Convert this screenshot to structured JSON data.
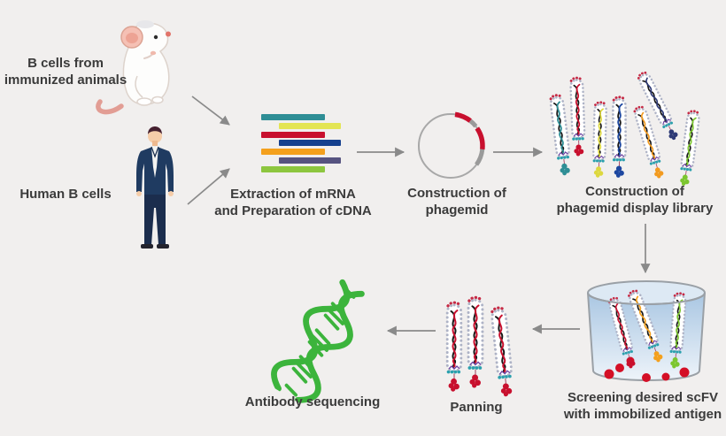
{
  "background_color": "#f1efee",
  "arrow_color": "#8a8a8a",
  "text_color": "#3b3b3b",
  "nodes": {
    "source_animals": {
      "label_line1": "B cells from",
      "label_line2": "immunized animals"
    },
    "source_human": {
      "label": "Human B cells"
    },
    "cdna": {
      "label_line1": "Extraction of mRNA",
      "label_line2": "and Preparation of cDNA",
      "bar_colors": [
        "#2f8e95",
        "#e3e554",
        "#c8102e",
        "#15408e",
        "#f4a01d",
        "#565380",
        "#8dc63f"
      ]
    },
    "phagemid": {
      "label": "Construction of phagemid",
      "ring_color": "#a8a8a8",
      "insert_color": "#c8102e"
    },
    "library": {
      "label_line1": "Construction of",
      "label_line2": "phagemid display library",
      "phage_colors": [
        "#2f8e95",
        "#c8102e",
        "#ddd83f",
        "#1d47a0",
        "#f29a1f",
        "#2e3a76",
        "#7cc62f"
      ]
    },
    "screening": {
      "label_line1": "Screening desired scFV",
      "label_line2": "with immobilized antigen",
      "phage_colors": [
        "#c8102e",
        "#f4a01d",
        "#7cc62f"
      ],
      "antigen_color": "#d40f26"
    },
    "panning": {
      "label": "Panning",
      "phage_colors": [
        "#c8102e",
        "#c8102e",
        "#c8102e"
      ]
    },
    "sequencing": {
      "label": "Antibody sequencing",
      "helix_color": "#3cb43c"
    }
  }
}
